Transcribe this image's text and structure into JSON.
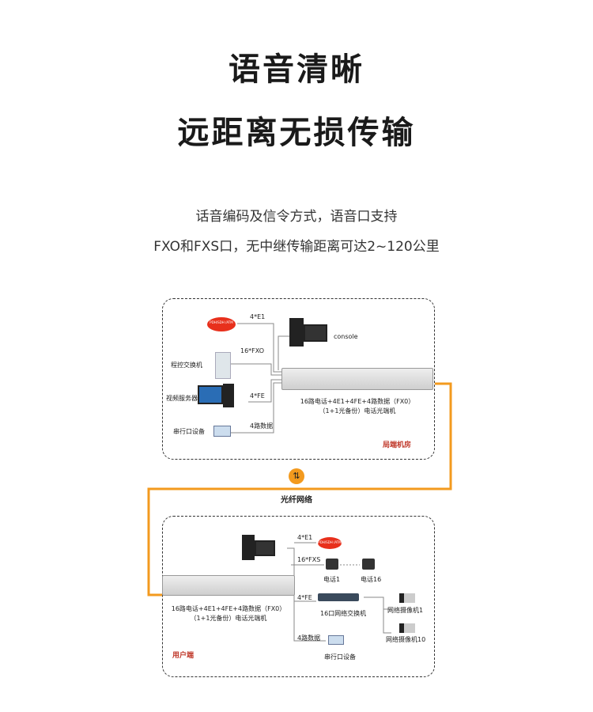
{
  "title_line1": "语音清晰",
  "title_line2": "远距离无损传输",
  "desc_line1": "话音编码及信令方式，语音口支持",
  "desc_line2": "FXO和FXS口，无中继传输距离可达2~120公里",
  "top": {
    "e1": "4*E1",
    "fxo": "16*FXO",
    "fe": "4*FE",
    "data": "4路数据",
    "pdh": "PDH/SDH /ATM",
    "console": "console",
    "pbx": "程控交换机",
    "video_server": "视频服务器",
    "serial": "串行口设备",
    "device_cap1": "16路电话+4E1+4FE+4路数据（FX0）",
    "device_cap2": "（1+1光备份）电话光端机",
    "site": "局端机房"
  },
  "fiber": "光纤网络",
  "bottom": {
    "e1": "4*E1",
    "fxs": "16*FXS",
    "fe": "4*FE",
    "data": "4路数据",
    "pdh": "PDH/SDH /ATM",
    "phone1": "电话1",
    "phone16": "电话16",
    "switch": "16口网络交换机",
    "cam1": "网络摄像机1",
    "cam10": "网络摄像机10",
    "serial": "串行口设备",
    "device_cap1": "16路电话+4E1+4FE+4路数据（FX0）",
    "device_cap2": "（1+1光备份）电话光端机",
    "site": "用户端"
  },
  "colors": {
    "fiber": "#f39a1e",
    "site_label": "#c0392b"
  }
}
